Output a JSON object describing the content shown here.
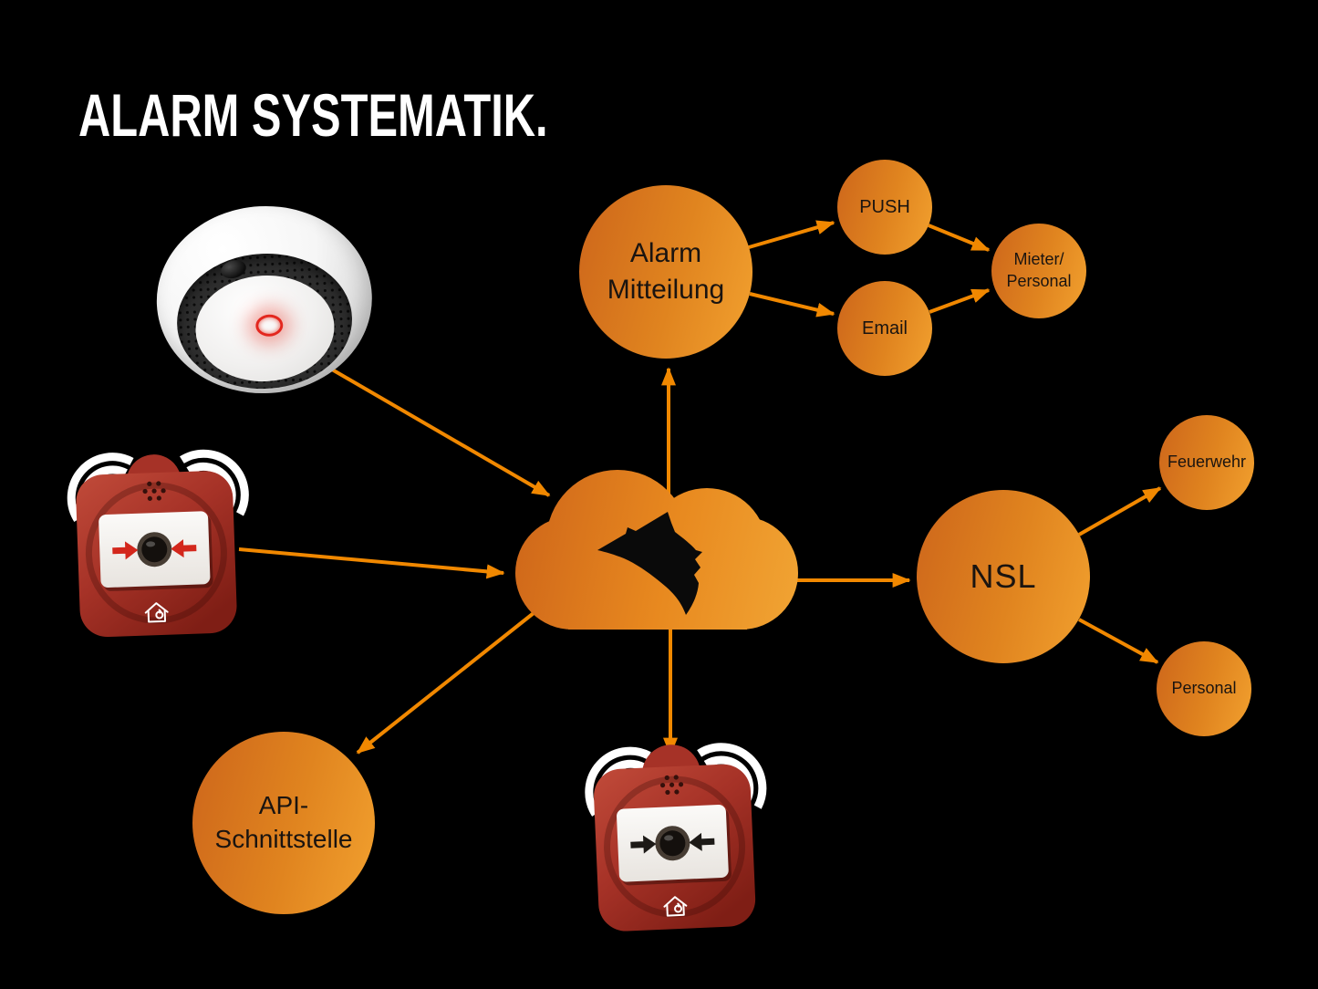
{
  "title": "ALARM SYSTEMATIK.",
  "colors": {
    "background": "#000000",
    "arrow": "#f18800",
    "node_gradient_start": "#cd661b",
    "node_gradient_end": "#f2a12f",
    "node_text": "#1a1410",
    "title_text": "#ffffff",
    "device_red": "#a63227",
    "wolf_black": "#0a0a0a"
  },
  "nodes": {
    "alarm_mitteilung": {
      "line1": "Alarm",
      "line2": "Mitteilung"
    },
    "push": {
      "label": "PUSH"
    },
    "email": {
      "label": "Email"
    },
    "mieter_personal": {
      "line1": "Mieter/",
      "line2": "Personal"
    },
    "nsl": {
      "label": "NSL"
    },
    "feuerwehr": {
      "label": "Feuerwehr"
    },
    "personal": {
      "label": "Personal"
    },
    "api": {
      "line1": "API-",
      "line2": "Schnittstelle"
    }
  },
  "icons": {
    "cloud": "wolf-cloud-icon",
    "smoke_detector": "smoke-detector",
    "call_point_left": "wireless-manual-call-point",
    "call_point_bottom": "wireless-manual-call-point"
  }
}
